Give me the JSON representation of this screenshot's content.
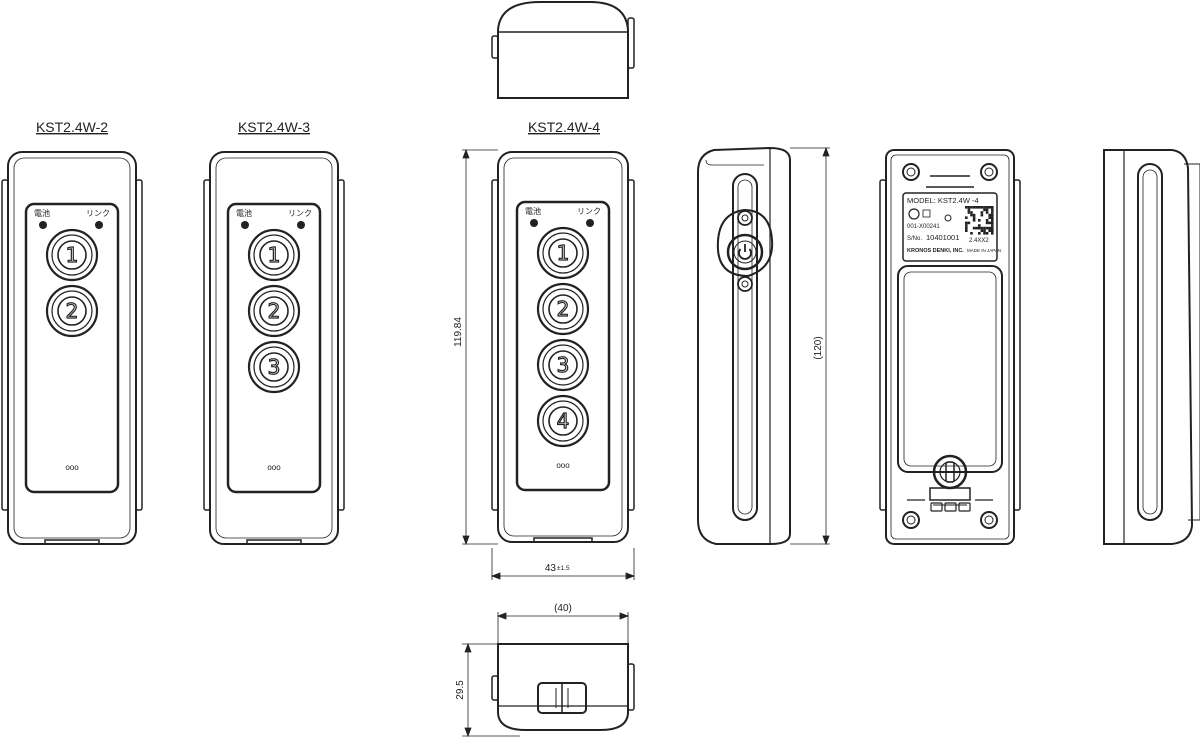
{
  "models": [
    {
      "title": "KST2.4W-2",
      "buttons": [
        "1",
        "2"
      ]
    },
    {
      "title": "KST2.4W-3",
      "buttons": [
        "1",
        "2",
        "3"
      ]
    },
    {
      "title": "KST2.4W-4",
      "buttons": [
        "1",
        "2",
        "3",
        "4"
      ]
    }
  ],
  "panel_labels": {
    "battery": "電池",
    "link": "リンク",
    "more": "ooo"
  },
  "dimensions": {
    "height": "119.84",
    "width_main": "43",
    "width_tolerance": "±1.5",
    "side_height": "(120)",
    "bottom_width": "(40)",
    "depth": "29.5"
  },
  "rear_label": {
    "model": "MODEL: KST2.4W -4",
    "code": "001-X00241",
    "serial_prefix": "S/No.",
    "serial": "10401001",
    "band": "2.4XX2",
    "maker": "KRONOS DENKI, INC.",
    "origin": "MADE IN JAPAN"
  }
}
